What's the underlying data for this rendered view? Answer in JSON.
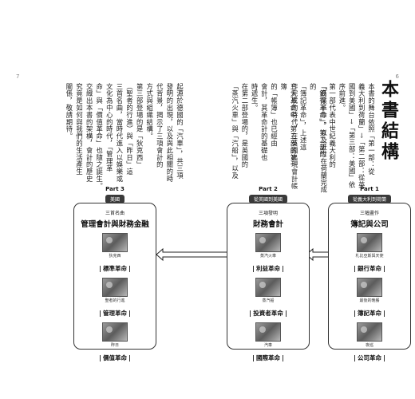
{
  "page_numbers": {
    "left": "7",
    "right": "6"
  },
  "title": "本書結構",
  "right_columns": [
    "本書的舞台依照「第一部：從",
    "義大利到荷蘭」→「第二部：從英",
    "國到美國」→「第三部：美國」依",
    "序前進。",
    "第一部代表中世紀義大利的",
    "「銀行革命」，第二部的",
    "「商業革命」，以及近世在荷蘭完成的",
    "「簿記革命」，上述這",
    "三大革命中，第三部的第一",
    "作完成的時代，在英國出現會計帳簿",
    "的「帳簿」也已經由",
    "會計，其革命計的基礎也",
    "時遞生。",
    "在第二部登場的，是英國的",
    "「蒸汽火車」與「汽船」，以及"
  ],
  "left_columns": [
    "起源於德國的「汽車」，共三項",
    "發明的出現，以及與此相關的時",
    "代背景，揭示了三項會計的",
    "方式與組織結構。",
    "第三部登場的是「狄克西」",
    "（聖者的行進）與「昨日」這",
    "三首名曲，當時代進入以娛樂或",
    "文化為中心的時代，「管理革",
    "命」與「價值革命」也隨之誕生。",
    "交織出本書的架構，會計的歷史",
    "究竟是如何與我們的生活產生",
    "關係，敬請期待。"
  ],
  "parts": [
    {
      "part": "Part 3",
      "tag": "美國",
      "sub": "三首名曲",
      "title": "管理會計與財務金融",
      "items": [
        {
          "caption": "狄克西",
          "revolution": "標準革命"
        },
        {
          "caption": "聖者的行進",
          "revolution": "管理革命"
        },
        {
          "caption": "昨日",
          "revolution": "價值革命"
        }
      ]
    },
    {
      "part": "Part 2",
      "tag": "從英國到美國",
      "sub": "三項發明",
      "title": "財務會計",
      "items": [
        {
          "caption": "蒸汽火車",
          "revolution": "利益革命"
        },
        {
          "caption": "蒸汽船",
          "revolution": "投資者革命"
        },
        {
          "caption": "汽車",
          "revolution": "國際革命"
        }
      ]
    },
    {
      "part": "Part 1",
      "tag": "從義大利到荷蘭",
      "sub": "三幅畫作",
      "title": "簿記與公司",
      "items": [
        {
          "caption": "札比亞斯與天使",
          "revolution": "銀行革命"
        },
        {
          "caption": "最後的晚餐",
          "revolution": "簿記革命"
        },
        {
          "caption": "夜巡",
          "revolution": "公司革命"
        }
      ]
    }
  ]
}
